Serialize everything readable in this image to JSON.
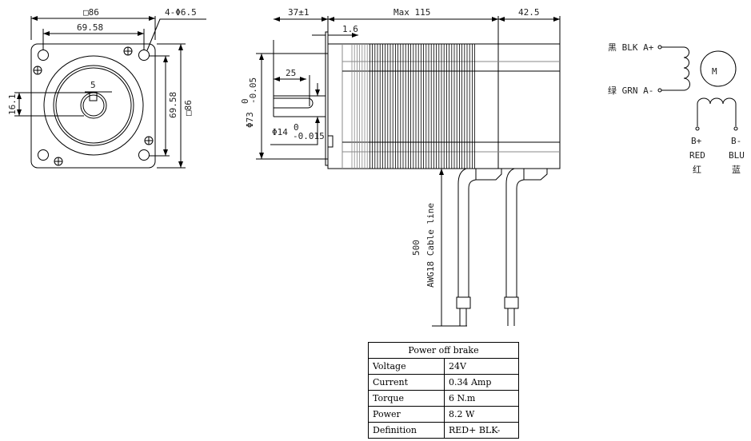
{
  "front_view": {
    "square_top": "□86",
    "hole_pitch_top": "69.58",
    "holes": "4-Φ6.5",
    "key_width": "5",
    "key_height": "16.1",
    "hole_pitch_right": "69.58",
    "square_right": "□86"
  },
  "side_view": {
    "shaft_length": "37±1",
    "body_length": "Max 115",
    "brake_length": "42.5",
    "flange_thickness": "1.6",
    "key_length": "25",
    "pilot_diameter": "Φ73",
    "pilot_tol_upper": "0",
    "pilot_tol_lower": "-0.05",
    "shaft_diameter": "Φ14",
    "shaft_tol_upper": "0",
    "shaft_tol_lower": "-0.015",
    "cable_length": "500",
    "cable_type": "AWG18 Cable line"
  },
  "wiring": {
    "a_plus": "黑 BLK A+",
    "a_minus": "绿 GRN A-",
    "motor": "M",
    "b_plus": "B+",
    "b_plus_color": "RED",
    "b_plus_cn": "红",
    "b_minus": "B-",
    "b_minus_color": "BLU",
    "b_minus_cn": "蓝"
  },
  "table": {
    "title": "Power off brake",
    "rows": [
      {
        "label": "Voltage",
        "value": "24V"
      },
      {
        "label": "Current",
        "value": "0.34 Amp"
      },
      {
        "label": "Torque",
        "value": "6 N.m"
      },
      {
        "label": "Power",
        "value": "8.2 W"
      },
      {
        "label": "Definition",
        "value": "RED+ BLK-"
      }
    ]
  }
}
